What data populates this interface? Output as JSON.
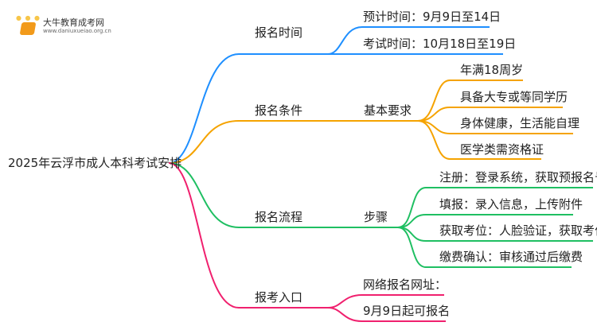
{
  "logo": {
    "name": "大牛教育成考网",
    "url": "www.daniuxueiao.org.cn"
  },
  "root": "2025年云浮市成人本科考试安排",
  "colors": {
    "blue": "#1e8fff",
    "orange": "#f5a300",
    "green": "#1fbf62",
    "pink": "#f0206e"
  },
  "branches": [
    {
      "label": "报名时间",
      "children": [
        "预计时间：9月9日至14日",
        "考试时间：10月18日至19日"
      ]
    },
    {
      "label": "报名条件",
      "sub": "基本要求",
      "children": [
        "年满18周岁",
        "具备大专或等同学历",
        "身体健康，生活能自理",
        "医学类需资格证"
      ]
    },
    {
      "label": "报名流程",
      "sub": "步骤",
      "children": [
        "注册：登录系统，获取预报名号",
        "填报：录入信息，上传附件",
        "获取考位：人脸验证，获取考位",
        "缴费确认：审核通过后缴费"
      ]
    },
    {
      "label": "报考入口",
      "children": [
        "网络报名网址：",
        "9月9日起可报名"
      ]
    }
  ]
}
